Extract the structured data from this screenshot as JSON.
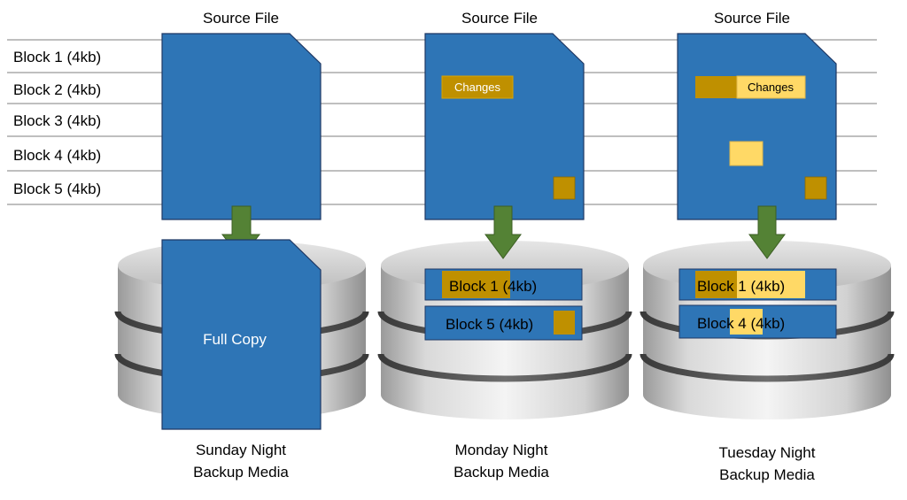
{
  "blocks": [
    "Block 1 (4kb)",
    "Block 2 (4kb)",
    "Block 3 (4kb)",
    "Block 4 (4kb)",
    "Block 5 (4kb)"
  ],
  "source_label": "Source File",
  "changes_label": "Changes",
  "full_copy_label": "Full Copy",
  "nights": [
    {
      "line1": "Sunday Night",
      "line2": "Backup Media"
    },
    {
      "line1": "Monday Night",
      "line2": "Backup Media"
    },
    {
      "line1": "Tuesday Night",
      "line2": "Backup Media"
    }
  ],
  "monday_backup_rows": [
    {
      "label": "Block 1 (4kb)"
    },
    {
      "label": "Block 5 (4kb)"
    }
  ],
  "tuesday_backup_rows": [
    {
      "label": "Block 1 (4kb)"
    },
    {
      "label": "Block 4 (4kb)"
    }
  ],
  "colors": {
    "file_blue": "#2e75b6",
    "file_border": "#1f3864",
    "change_dark": "#bf9000",
    "change_light": "#ffd966",
    "arrow_green": "#548235",
    "gridline": "#7f7f7f",
    "disk_light": "#ededed",
    "disk_dark": "#8c8c8c"
  }
}
